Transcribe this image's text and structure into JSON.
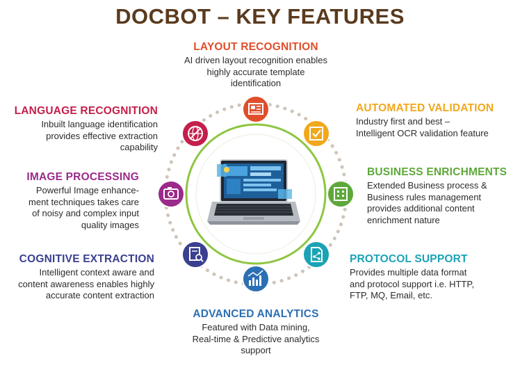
{
  "title": "DOCBOT – KEY FEATURES",
  "colors": {
    "title": "#5a3a1e",
    "ring": "#8dc63f",
    "dots": "#cfc4b8"
  },
  "features": [
    {
      "id": "layout",
      "title": "LAYOUT RECOGNITION",
      "desc": "AI driven layout recognition enables\nhighly accurate template\nidentification",
      "color": "#e04e2a",
      "icon": "document-layout-icon"
    },
    {
      "id": "automated",
      "title": "AUTOMATED VALIDATION",
      "desc": "Industry first and best –\nIntelligent OCR validation feature",
      "color": "#f0a81c",
      "icon": "checkbox-icon"
    },
    {
      "id": "business",
      "title": "BUSINESS ENRICHMENTS",
      "desc": "Extended Business process &\nBusiness rules management\nprovides additional content\nenrichment nature",
      "color": "#5ea83a",
      "icon": "building-icon"
    },
    {
      "id": "protocol",
      "title": "PROTOCOL SUPPORT",
      "desc": "Provides multiple data format\nand protocol support i.e. HTTP,\nFTP, MQ, Email, etc.",
      "color": "#1ba3b5",
      "icon": "file-share-icon"
    },
    {
      "id": "analytics",
      "title": "ADVANCED ANALYTICS",
      "desc": "Featured with Data mining,\nReal-time & Predictive analytics\nsupport",
      "color": "#2c6fb3",
      "icon": "bar-chart-icon"
    },
    {
      "id": "cognitive",
      "title": "COGNITIVE EXTRACTION",
      "desc": "Intelligent context aware and\ncontent awareness enables highly\naccurate content extraction",
      "color": "#3a3f8f",
      "icon": "document-search-icon"
    },
    {
      "id": "image",
      "title": "IMAGE PROCESSING",
      "desc": "Powerful Image  enhance-\nment techniques  takes care\nof noisy and complex input\nquality images",
      "color": "#9b2a8a",
      "icon": "camera-icon"
    },
    {
      "id": "language",
      "title": "LANGUAGE RECOGNITION",
      "desc": "Inbuilt language identification\nprovides effective extraction\ncapability",
      "color": "#c41f4b",
      "icon": "language-icon"
    }
  ]
}
